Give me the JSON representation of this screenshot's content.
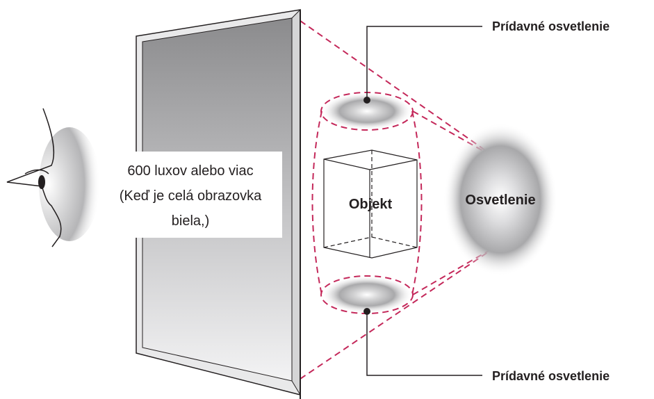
{
  "labels": {
    "extra_light_top": "Prídavné osvetlenie",
    "extra_light_bottom": "Prídavné osvetlenie",
    "object": "Objekt",
    "illumination": "Osvetlenie",
    "lux_line1": "600 luxov alebo viac",
    "lux_line2": "(Keď je celá obrazovka",
    "lux_line3": "biela,)"
  },
  "colors": {
    "dash": "#c4285a",
    "dash_faded": "#e8a2b8",
    "stroke": "#231f20",
    "frame": "#e9e9ea",
    "screen_dark": "#8c8c8e",
    "screen_light": "#f2f2f3"
  }
}
